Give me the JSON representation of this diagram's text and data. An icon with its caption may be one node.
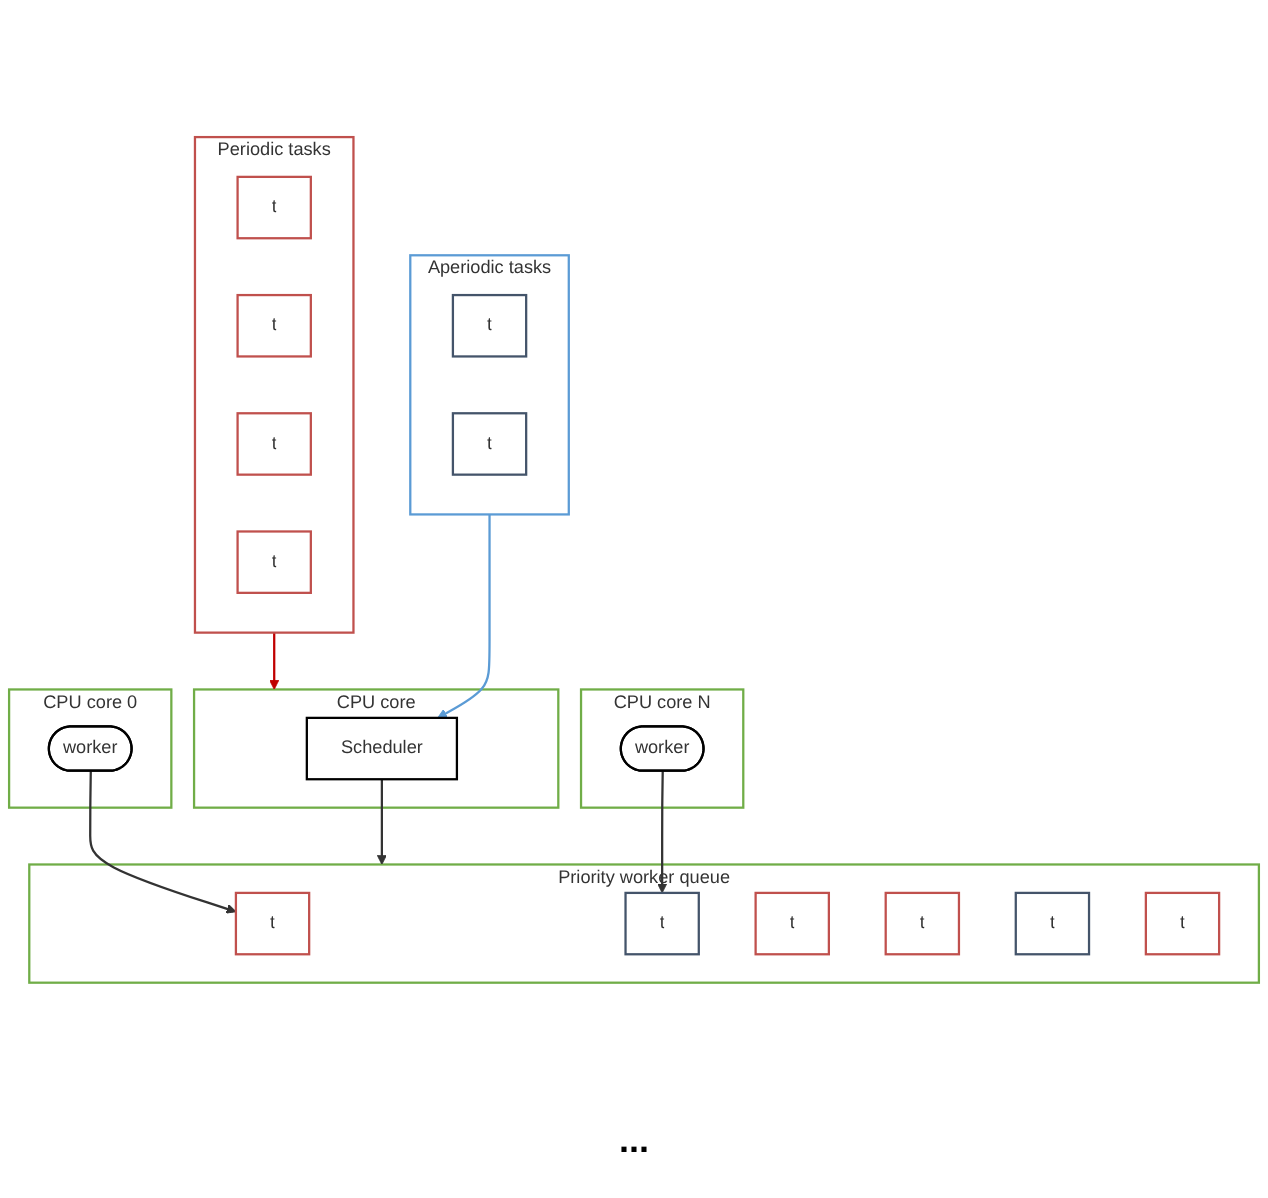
{
  "diagram": {
    "nodes": [
      {
        "text": [
          "Periodic tasks"
        ]
      },
      {
        "text": [
          "t"
        ],
        "in": 0
      },
      {
        "text": [
          "t"
        ],
        "in": 0
      },
      {
        "text": [
          "t"
        ],
        "in": 0
      },
      {
        "text": [
          "t"
        ],
        "in": 0
      },
      {
        "text": [
          "CPU core"
        ]
      },
      {
        "text": [
          "Scheduler"
        ],
        "in": 5
      },
      {
        "text": [
          "Aperiodic tasks"
        ]
      },
      {
        "text": [
          "t"
        ],
        "in": 7
      },
      {
        "text": [
          "t"
        ],
        "in": 7
      },
      {
        "text": [
          "Priority worker queue"
        ]
      },
      {
        "text": [
          "t"
        ],
        "in": 10
      },
      {
        "text": [
          "t"
        ],
        "in": 10
      },
      {
        "text": [
          "t"
        ],
        "in": 10
      },
      {
        "text": [
          "t"
        ],
        "in": 10
      },
      {
        "text": [
          "t"
        ],
        "in": 10
      },
      {
        "text": [
          "t"
        ],
        "in": 10
      },
      {
        "text": [
          "CPU core 0"
        ]
      },
      {
        "text": [
          "worker"
        ],
        "in": 17
      },
      {
        "text": [
          "CPU core N"
        ]
      },
      {
        "text": [
          "worker"
        ],
        "in": 19
      }
    ],
    "edges": [
      {
        "from": 0,
        "to": 5,
        "arrow": "to",
        "color": "#c00000"
      },
      {
        "from": 7,
        "to": 6,
        "arrow": "to",
        "color": "#5b9bd5"
      },
      {
        "from": 6,
        "to": 10,
        "arrow": "to"
      },
      {
        "from": 18,
        "to": 11,
        "arrow": "to"
      },
      {
        "from": 20,
        "to": 12,
        "arrow": "to"
      }
    ],
    "labels": [
      "..."
    ]
  }
}
